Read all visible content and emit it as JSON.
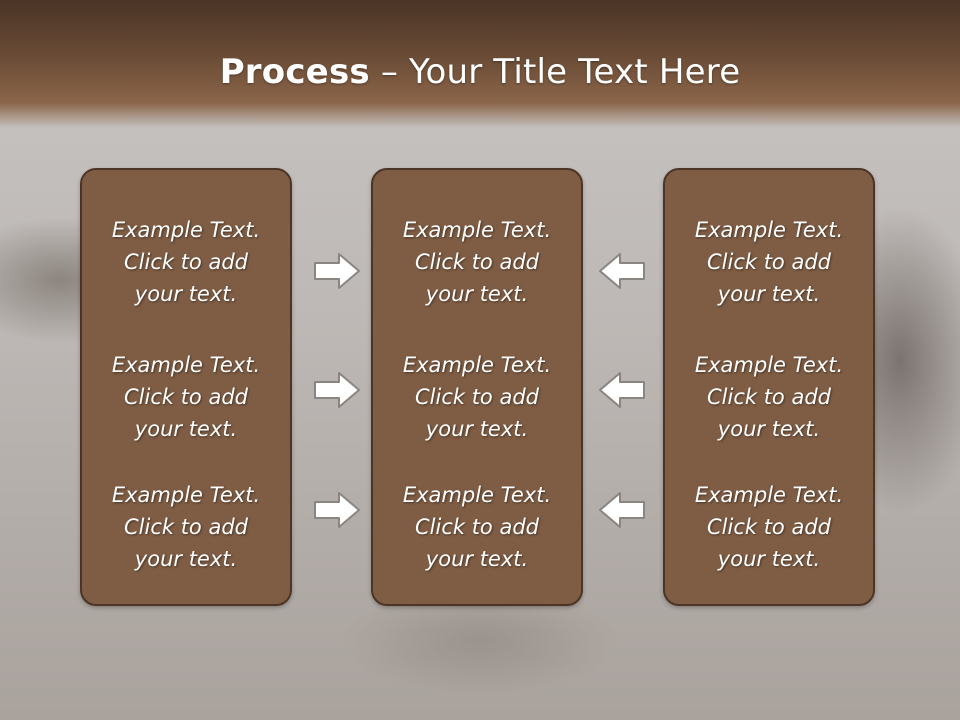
{
  "slide": {
    "title_bold": "Process",
    "title_rest": " – Your Title Text Here"
  },
  "columns": [
    {
      "blocks": [
        "Example Text.\nClick  to add\nyour text.",
        "Example Text.\nClick  to add\nyour text.",
        "Example Text.\nClick  to add\nyour text."
      ]
    },
    {
      "blocks": [
        "Example Text.\nClick  to add\nyour text.",
        "Example Text.\nClick  to add\nyour text.",
        "Example Text.\nClick  to add\nyour text."
      ]
    },
    {
      "blocks": [
        "Example Text.\nClick  to add\nyour text.",
        "Example Text.\nClick  to add\nyour text.",
        "Example Text.\nClick  to add\nyour text."
      ]
    }
  ],
  "arrows": {
    "left_group": [
      "arrow-right-icon",
      "arrow-right-icon",
      "arrow-right-icon"
    ],
    "right_group": [
      "arrow-left-icon",
      "arrow-left-icon",
      "arrow-left-icon"
    ]
  },
  "colors": {
    "header_brown": "#6b4c36",
    "box_fill": "#7f5d44",
    "box_border": "#4d3526",
    "arrow_fill": "#ffffff",
    "arrow_stroke": "#8a8580"
  }
}
